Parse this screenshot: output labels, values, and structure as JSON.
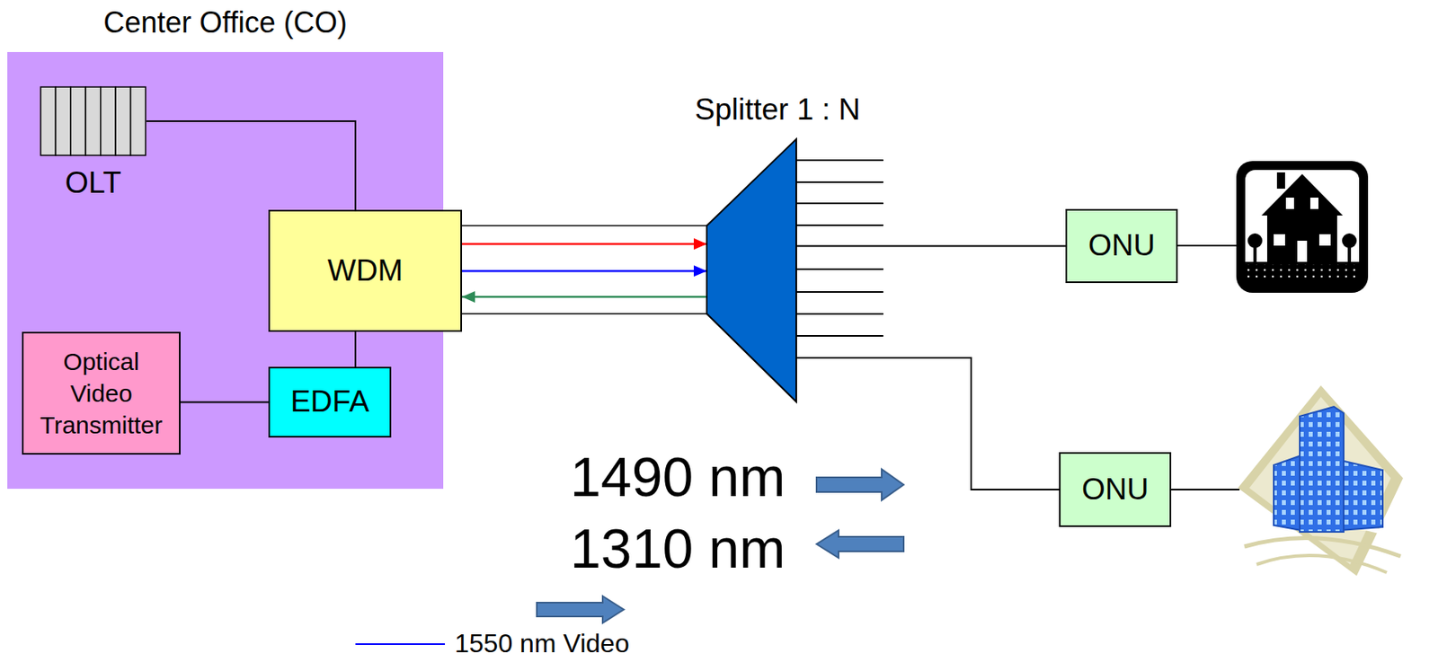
{
  "diagram": {
    "nodes": [
      {
        "text": [
          "Center Office (CO)"
        ]
      },
      {
        "text": [
          "OLT"
        ],
        "in": 0
      },
      {
        "text": [
          "WDM"
        ],
        "in": 0
      },
      {
        "text": [
          "Optical Video Transmitter"
        ],
        "in": 0
      },
      {
        "text": [
          "EDFA"
        ],
        "in": 0
      },
      {
        "text": [
          "Splitter 1 : N"
        ]
      },
      {
        "text": [
          "ONU"
        ]
      },
      {
        "text": [
          "ONU"
        ]
      }
    ],
    "edges": [
      {
        "from": 1,
        "to": 2,
        "arrow": "none"
      },
      {
        "from": 3,
        "to": 4,
        "arrow": "none"
      },
      {
        "from": 4,
        "to": 2,
        "arrow": "none"
      },
      {
        "from": 2,
        "to": 5,
        "arrow": "both"
      },
      {
        "from": 5,
        "to": 6,
        "arrow": "none"
      },
      {
        "from": 5,
        "to": 7,
        "arrow": "none"
      }
    ],
    "labels": [
      "1490 nm",
      "1310 nm"
    ],
    "legend": [
      {
        "text": "1550 nm Video"
      }
    ]
  }
}
